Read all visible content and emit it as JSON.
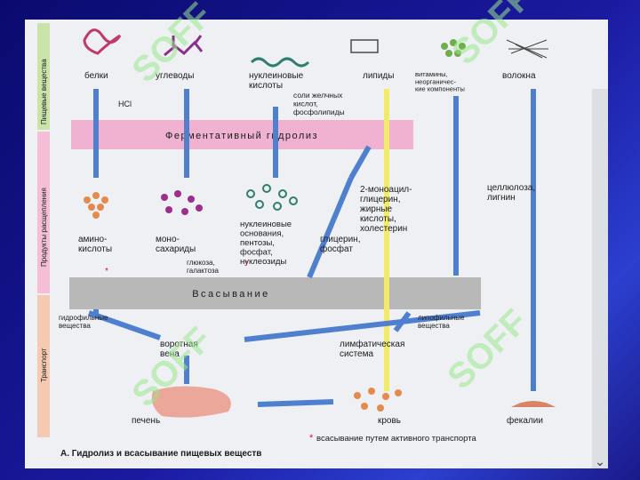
{
  "side_labels": [
    "Пищевые вещества",
    "Продукты расщепления",
    "Транспорт"
  ],
  "nutrients": [
    "белки",
    "углеводы",
    "нуклеиновые\nкислоты",
    "липиды",
    "витамины,\nнеорганичес-\nкие компоненты",
    "волокна"
  ],
  "hcl": "HCl",
  "bile": "соли желчных\nкислот,\nфосфолипиды",
  "band_hydrolysis": "Ферментативный гидролиз",
  "products": {
    "amino": "амино-\nкислоты",
    "mono": "моно-\nсахариды",
    "nucleic": "нуклеиновые\nоснования,\nпентозы,\nфосфат,\nнуклеозиды",
    "glycerol": "глицерин,\nфосфат",
    "monoacyl": "2-моноацил-\nглицерин,\nжирные\nкислоты,\nхолестерин",
    "cellulose": "целлюлоза,\nлигнин",
    "glucose": "глюкоза,\nгалактоза"
  },
  "band_absorption": "Всасывание",
  "transport": {
    "hydrophilic": "гидрофильные\nвещества",
    "lipophilic": "липофильные\nвещества",
    "portal": "воротная\nвена",
    "lymph": "лимфатическая\nсистема"
  },
  "sinks": {
    "liver": "печень",
    "blood": "кровь",
    "feces": "фекалии"
  },
  "footnote": "всасывание путем активного транспорта",
  "caption": "А. Гидролиз и всасывание пищевых веществ",
  "watermark": "SOFF",
  "colors": {
    "arrow": "#4f7fcf",
    "lipid_arrow": "#f2ea6a",
    "hydrolysis_band": "#f0b2d0",
    "absorption_band": "#b8b8b8",
    "asterisk": "#d0154a"
  }
}
